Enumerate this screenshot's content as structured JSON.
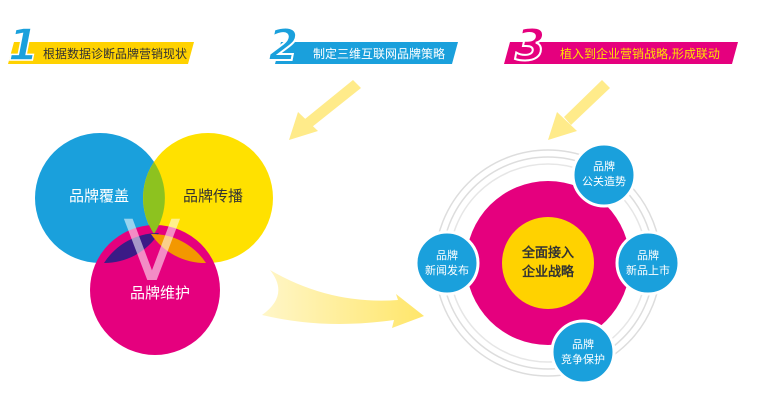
{
  "steps": [
    {
      "number": "1",
      "text": "根据数据诊断品牌营销现状",
      "color": "#FFD200",
      "num_color": "#1AA0DC"
    },
    {
      "number": "2",
      "text": "制定三维互联网品牌策略",
      "color": "#1AA0DC",
      "num_color": "#1AA0DC"
    },
    {
      "number": "3",
      "text": "植入到企业营销战略,形成联动",
      "color": "#E5007E",
      "num_color": "#E5007E"
    }
  ],
  "venn": {
    "circles": [
      {
        "label": "品牌覆盖",
        "color": "#1AA0DC"
      },
      {
        "label": "品牌传播",
        "color": "#FFE100"
      },
      {
        "label": "品牌维护",
        "color": "#E5007E"
      }
    ],
    "center_letter": "V"
  },
  "strategy": {
    "center_lines": [
      "全面接入",
      "企业战略"
    ],
    "center_fill": "#FFD200",
    "ring_color": "#E5007E",
    "satellites": [
      {
        "lines": [
          "品牌",
          "公关造势"
        ]
      },
      {
        "lines": [
          "品牌",
          "新闻发布"
        ]
      },
      {
        "lines": [
          "品牌",
          "新品上市"
        ]
      },
      {
        "lines": [
          "品牌",
          "竞争保护"
        ]
      }
    ],
    "satellite_color": "#1AA0DC"
  },
  "arrow_color": "#FFEB8A"
}
